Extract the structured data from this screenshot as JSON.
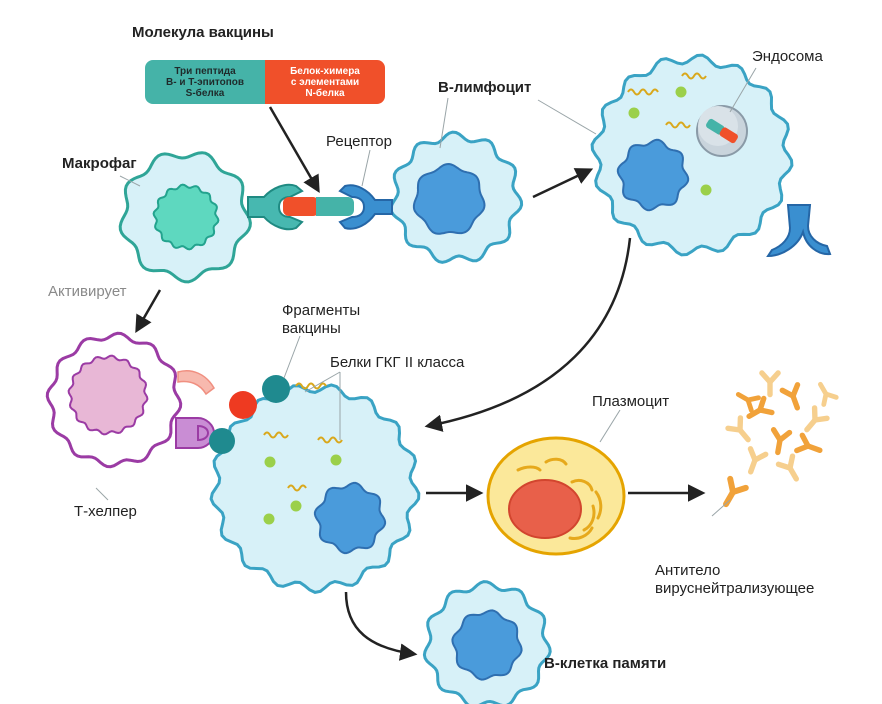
{
  "labels": {
    "vaccine_molecule": "Молекула вакцины",
    "macrophage": "Макрофаг",
    "receptor": "Рецептор",
    "b_lymphocyte": "B-лимфоцит",
    "endosome": "Эндосома",
    "activates": "Активирует",
    "vaccine_fragments_line1": "Фрагменты",
    "vaccine_fragments_line2": "вакцины",
    "mhc_class2": "Белки ГКГ II класса",
    "plasmocyte": "Плазмоцит",
    "t_helper": "Т-хелпер",
    "antibody_line1": "Антитело",
    "antibody_line2": "вируснейтрализующее",
    "memory_b_cell": "В-клетка памяти"
  },
  "vaccine_box": {
    "left_text": "Три пептида\nB- и T-эпитопов\nS-белка",
    "right_text": "Белок-химера\nс элементами\nN-белка"
  },
  "colors": {
    "cell_fill": "#d7f1f8",
    "cell_stroke": "#3aa3c4",
    "nucleus": "#4a9bdb",
    "macrophage_stroke": "#2fa597",
    "macrophage_nucleus": "#5ed8bf",
    "t_helper_stroke": "#9b3ba4",
    "t_helper_nucleus": "#e8b7d6",
    "vaccine_teal": "#45b3a8",
    "vaccine_red": "#f0502a",
    "plasmocyte_fill": "#fbe89a",
    "plasmocyte_stroke": "#e5a400",
    "antibody": "#f1a23a"
  }
}
